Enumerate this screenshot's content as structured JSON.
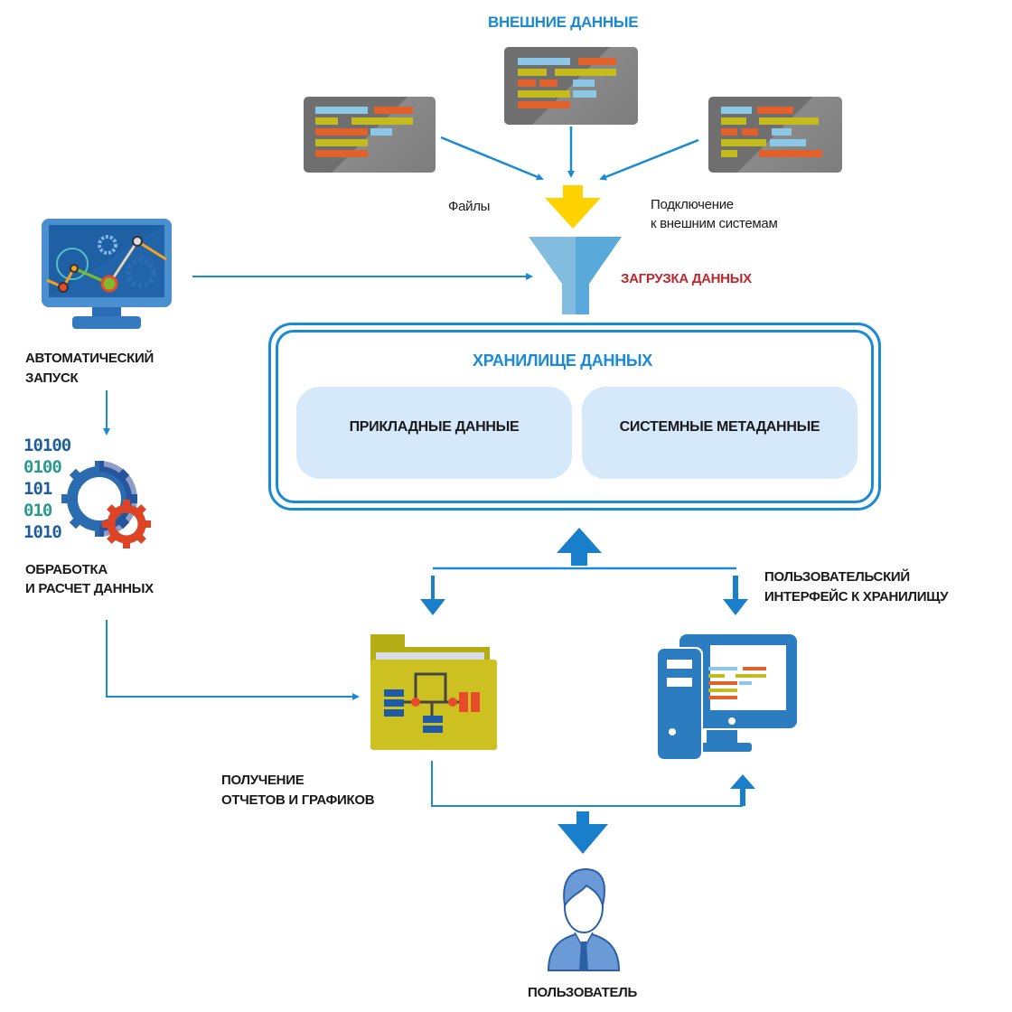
{
  "external_data": {
    "title": "ВНЕШНИЕ ДАННЫЕ",
    "files_label": "Файлы",
    "connection_label_line1": "Подключение",
    "connection_label_line2": "к внешним системам"
  },
  "loading": {
    "label": "ЗАГРУЗКА ДАННЫХ"
  },
  "auto_launch": {
    "label_line1": "АВТОМАТИЧЕСКИЙ",
    "label_line2": "ЗАПУСК"
  },
  "processing": {
    "binary_lines": [
      "10100",
      "0100",
      "101",
      "010",
      "1010"
    ],
    "label_line1": "ОБРАБОТКА",
    "label_line2": "И РАСЧЕТ ДАННЫХ"
  },
  "warehouse": {
    "title": "ХРАНИЛИЩЕ ДАННЫХ",
    "sections": [
      {
        "label": "ПРИКЛАДНЫЕ ДАННЫЕ"
      },
      {
        "label": "СИСТЕМНЫЕ МЕТАДАННЫЕ"
      }
    ]
  },
  "user_interface": {
    "label_line1": "ПОЛЬЗОВАТЕЛЬСКИЙ",
    "label_line2": "ИНТЕРФЕЙС К ХРАНИЛИЩУ"
  },
  "reports": {
    "label_line1": "ПОЛУЧЕНИЕ",
    "label_line2": "ОТЧЕТОВ И ГРАФИКОВ"
  },
  "user": {
    "label": "ПОЛЬЗОВАТЕЛЬ"
  },
  "colors": {
    "accent_blue": "#1a8ad4",
    "title_red": "#c0272d",
    "arrow_yellow": "#ffd200",
    "panel_fill": "#d6e9fb"
  }
}
